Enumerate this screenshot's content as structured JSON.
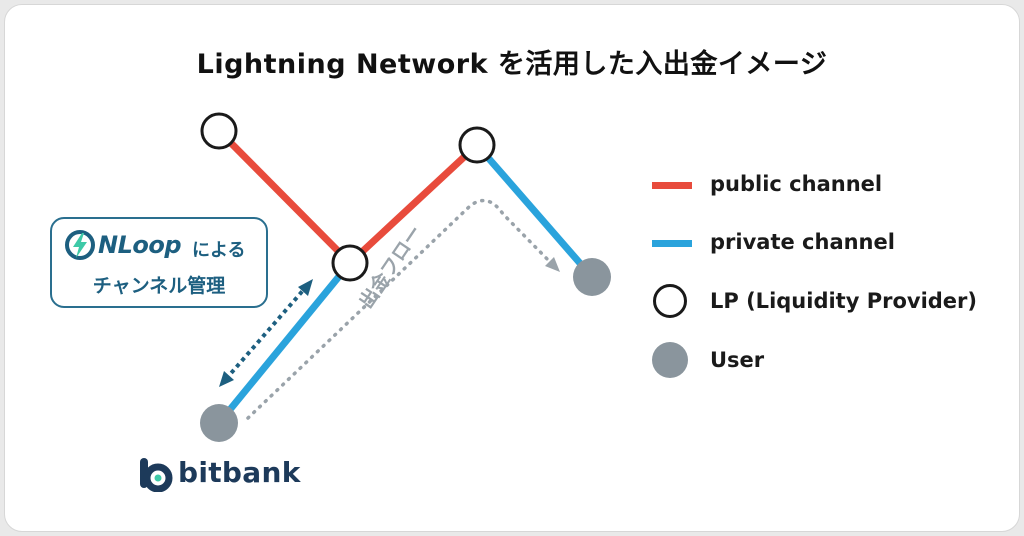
{
  "title": "Lightning Network を活用した入出金イメージ",
  "legend": [
    {
      "type": "line",
      "color": "#e84b3c",
      "label": "public channel"
    },
    {
      "type": "line",
      "color": "#2aa3dc",
      "label": "private channel"
    },
    {
      "type": "circle-outline",
      "color": "#1a1a1a",
      "label": "LP (Liquidity Provider)"
    },
    {
      "type": "circle-filled",
      "color": "#8a959d",
      "label": "User"
    }
  ],
  "nloop": {
    "brand": "NLoop",
    "suffix": "による",
    "line2": "チャンネル管理"
  },
  "flow_label": "出金フロー",
  "bitbank": "bitbank",
  "colors": {
    "public": "#e84b3c",
    "private": "#2aa3dc",
    "user": "#8a959d",
    "dark_blue": "#1d5f80",
    "flow": "#9aa3aa"
  }
}
